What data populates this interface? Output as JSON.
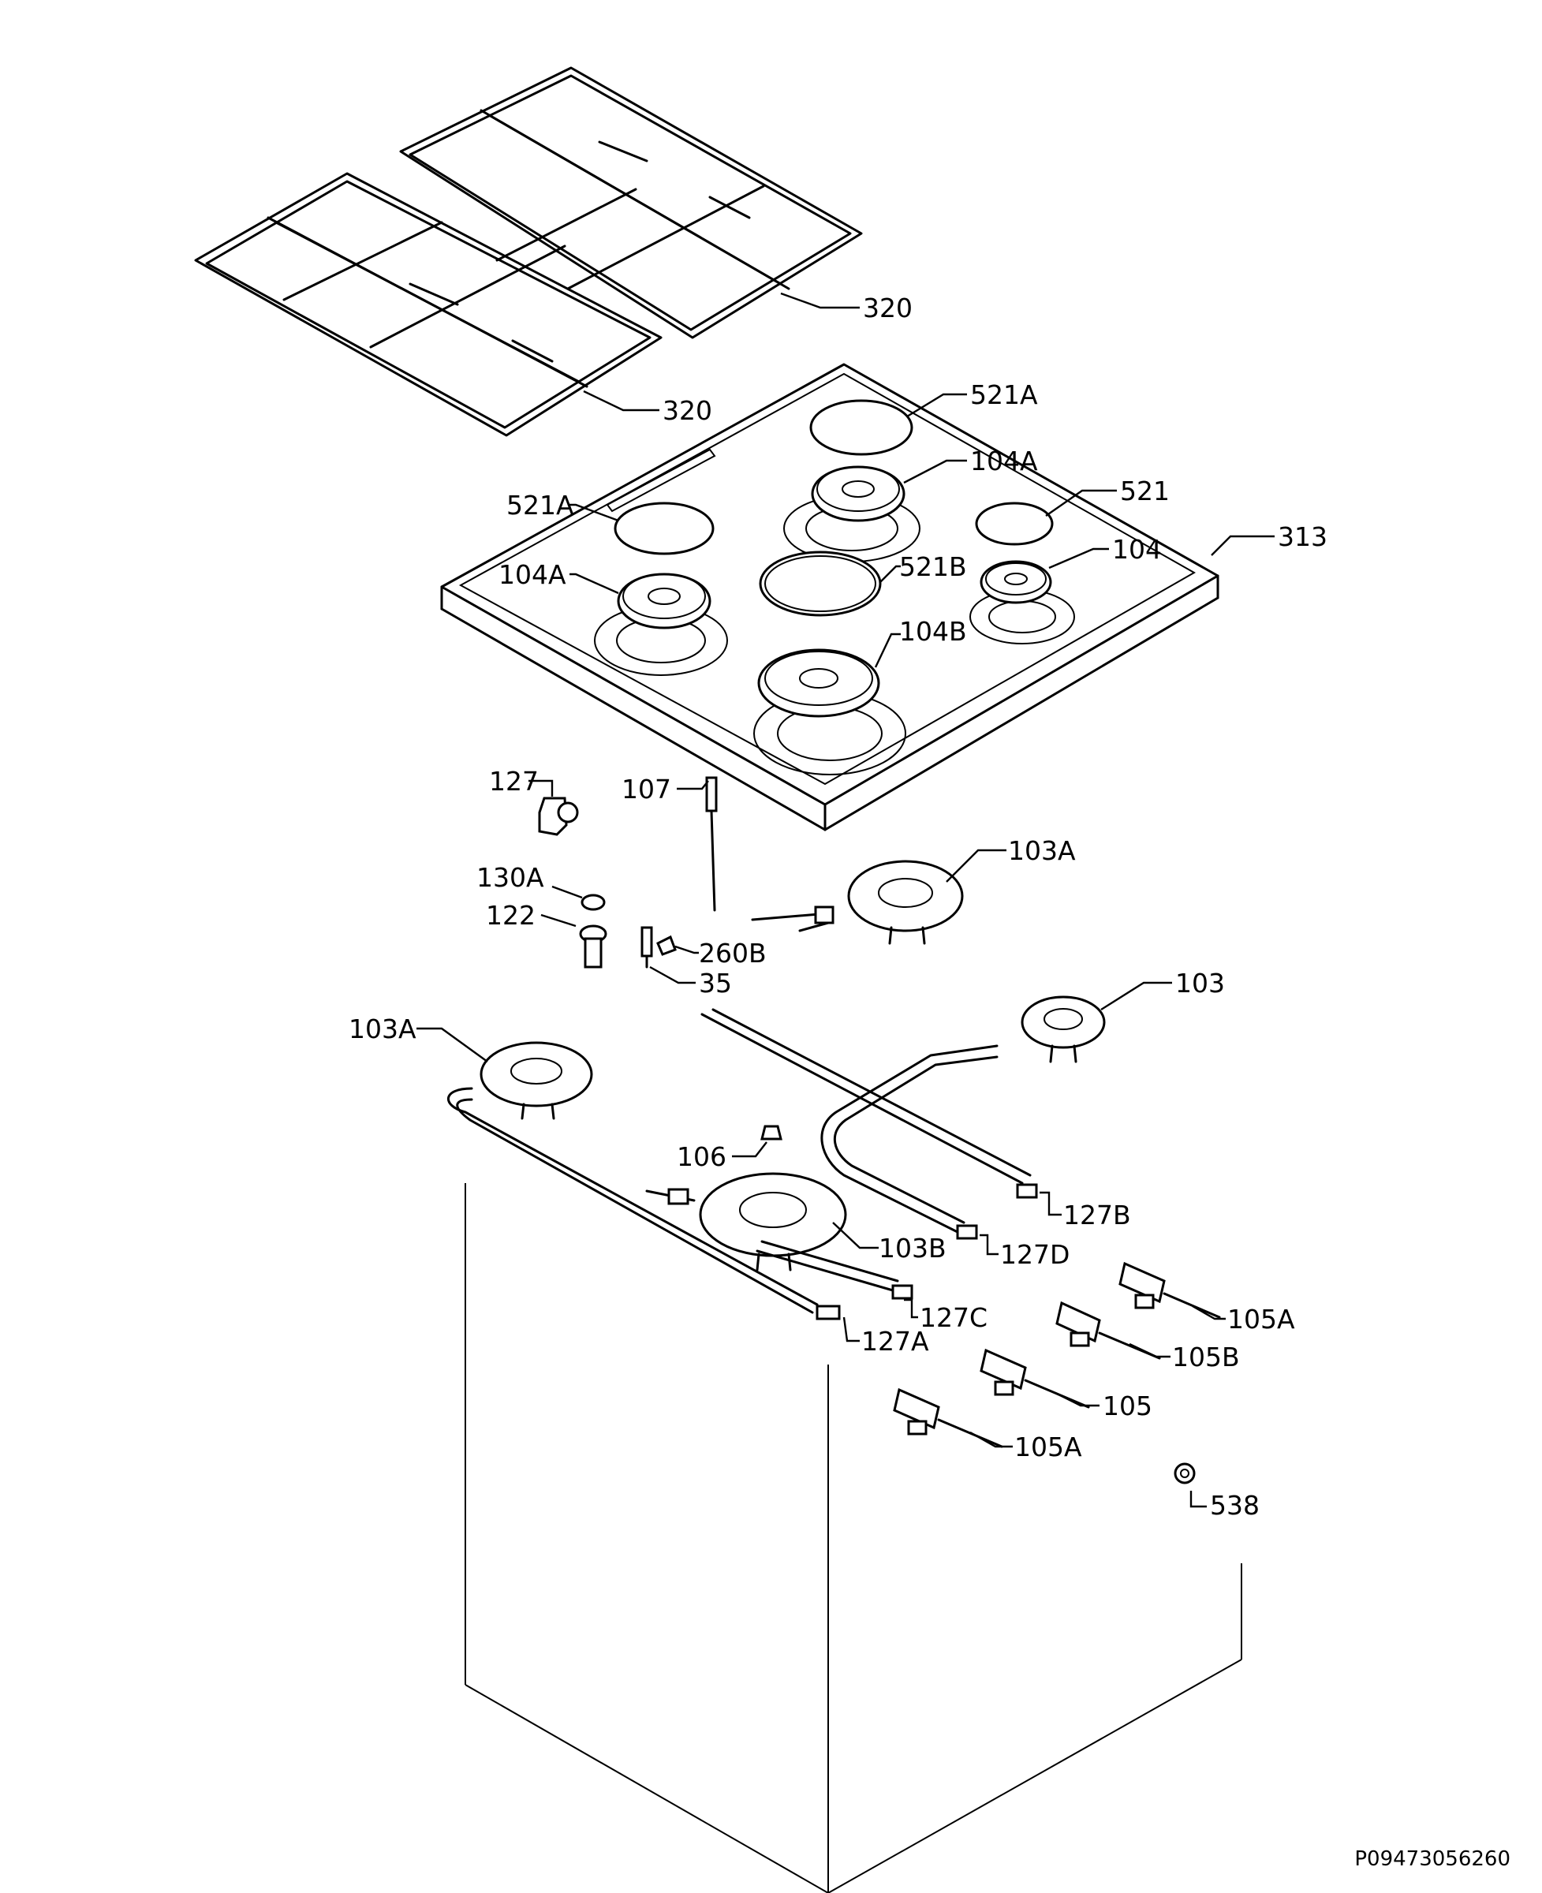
{
  "document_id": "P09473056260",
  "labels": {
    "grate_back": "320",
    "grate_front": "320",
    "cap_rear_right": "521A",
    "cap_rear_left": "521A",
    "cap_right": "521",
    "cap_center": "521B",
    "crown_rear": "104A",
    "crown_left": "104A",
    "crown_right": "104",
    "crown_center": "104B",
    "hob_top": "313",
    "elbow": "127",
    "thermocouple": "107",
    "washer": "130A",
    "connector": "122",
    "spark_clip": "260B",
    "spark_plug": "35",
    "burner_base_rear": "103A",
    "burner_base_right": "103",
    "burner_base_left": "103A",
    "injector": "106",
    "burner_base_center": "103B",
    "pipe_b": "127B",
    "pipe_d": "127D",
    "pipe_c": "127C",
    "pipe_a": "127A",
    "tap_105a_top": "105A",
    "tap_105b": "105B",
    "tap_105": "105",
    "tap_105a_bottom": "105A",
    "nut": "538"
  }
}
